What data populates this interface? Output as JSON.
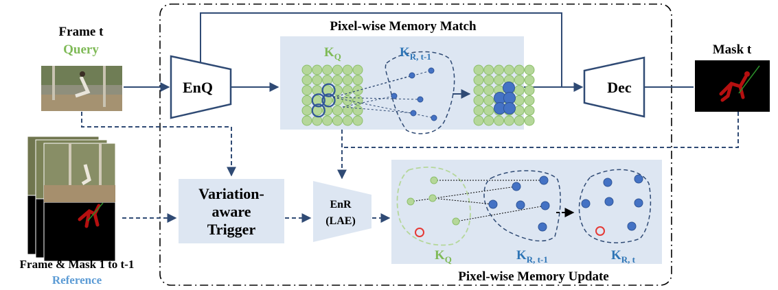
{
  "labels": {
    "frame_t": "Frame t",
    "query": "Query",
    "pixel_match": "Pixel-wise Memory Match",
    "mask_t": "Mask t",
    "enq": "EnQ",
    "dec": "Dec",
    "kq_main": "K",
    "kq_sub": "Q",
    "kr_main": "K",
    "kr_sub": "R, t-1",
    "variation": [
      "Variation-",
      "aware",
      "Trigger"
    ],
    "enr": [
      "EnR",
      "(LAE)"
    ],
    "kq2_main": "K",
    "kq2_sub": "Q",
    "kr2_main": "K",
    "kr2_sub": "R, t-1",
    "krt_main": "K",
    "krt_sub": "R, t",
    "pixel_update": "Pixel-wise Memory Update",
    "frame_mask_range": "Frame & Mask 1 to t-1",
    "reference": "Reference"
  },
  "colors": {
    "navy": "#2f4a74",
    "panel": "#dde6f2",
    "green_fill": "#b5d79a",
    "green_stroke": "#8cbf6a",
    "green_text": "#7fba57",
    "blue_fill": "#4472c4",
    "blue_stroke": "#2f5597",
    "blue_text": "#2e75b6",
    "ref_text": "#5b9bd5",
    "red": "#e53935"
  },
  "icons": {
    "frame_thumbnail": "playground-swing-photo",
    "mask_thumbnail": "segmentation-mask-red-person",
    "reference_stack": "stacked-frames-and-masks"
  }
}
